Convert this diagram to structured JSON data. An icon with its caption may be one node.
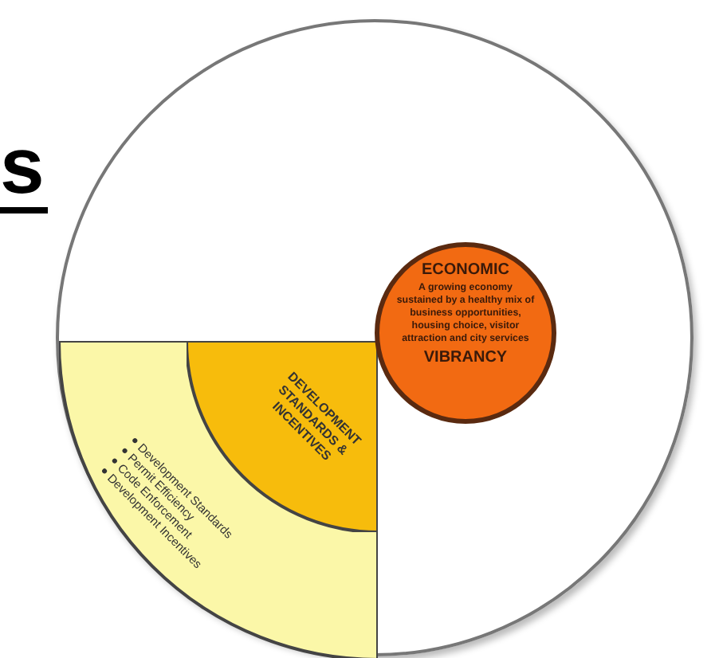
{
  "diagram": {
    "nodes": [
      {
        "text": [],
        "shape": "circle"
      },
      {
        "text": [
          "Development Standards",
          "Permit Efficiency",
          "Code Enforcement",
          "Development Incentives"
        ],
        "in": 0
      },
      {
        "text": [
          "DEVELOPMENT STANDARDS & INCENTIVES"
        ],
        "in": 1
      },
      {
        "text": [
          "ECONOMIC",
          "A growing economy sustained by a healthy mix of business opportunities, housing choice, visitor attraction and city services",
          "VIBRANCY"
        ],
        "in": 0
      }
    ],
    "edges": [],
    "labels": [
      "s"
    ]
  }
}
